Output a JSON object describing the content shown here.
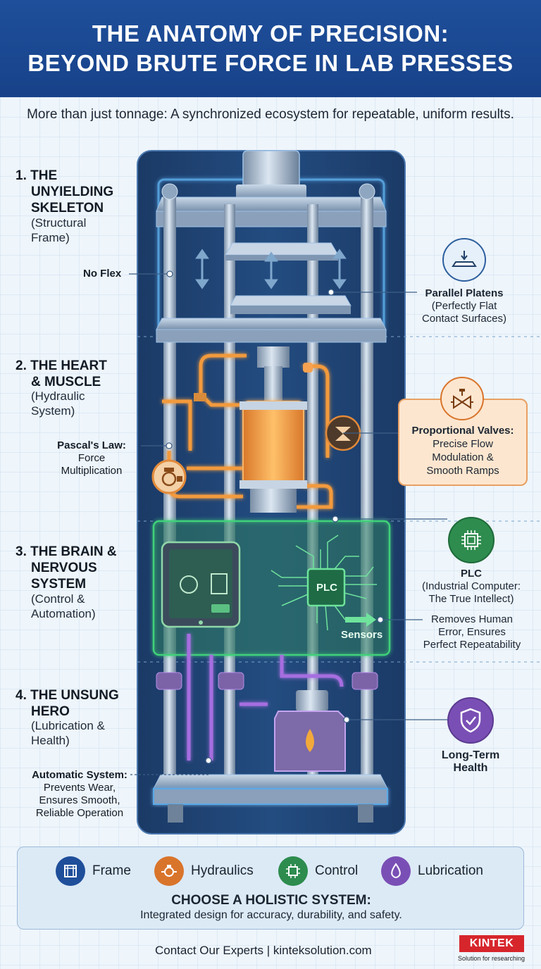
{
  "header": {
    "title_line1": "THE ANATOMY OF PRECISION:",
    "title_line2": "BEYOND BRUTE FORCE IN LAB PRESSES"
  },
  "subtitle": "More than just tonnage: A synchronized ecosystem for repeatable, uniform results.",
  "sections": [
    {
      "title_lines": [
        "1. THE",
        "UNYIELDING",
        "SKELETON"
      ],
      "sub_lines": [
        "(Structural",
        "Frame)"
      ]
    },
    {
      "title_lines": [
        "2. THE HEART",
        "& MUSCLE"
      ],
      "sub_lines": [
        "(Hydraulic",
        "System)"
      ]
    },
    {
      "title_lines": [
        "3. THE BRAIN &",
        "NERVOUS",
        "SYSTEM"
      ],
      "sub_lines": [
        "(Control &",
        "Automation)"
      ]
    },
    {
      "title_lines": [
        "4. THE UNSUNG",
        "HERO"
      ],
      "sub_lines": [
        "(Lubrication &",
        "Health)"
      ]
    }
  ],
  "left_labels": {
    "no_flex": "No Flex",
    "pascal_bold": "Pascal's Law:",
    "pascal_rest1": "Force",
    "pascal_rest2": "Multiplication",
    "auto_bold": "Automatic System:",
    "auto_rest1": "Prevents Wear,",
    "auto_rest2": "Ensures Smooth,",
    "auto_rest3": "Reliable Operation"
  },
  "right_labels": {
    "platens_title": "Parallel Platens",
    "platens_sub1": "(Perfectly Flat",
    "platens_sub2": "Contact Surfaces)",
    "valves_title": "Proportional Valves:",
    "valves_b1": "Precise Flow",
    "valves_b2": "Modulation &",
    "valves_b3": "Smooth Ramps",
    "plc_title": "PLC",
    "plc_sub1": "(Industrial Computer:",
    "plc_sub2": "The True Intellect)",
    "removes1": "Removes Human",
    "removes2": "Error, Ensures",
    "removes3": "Perfect Repeatability",
    "health1": "Long-Term",
    "health2": "Health"
  },
  "machine_text": {
    "plc_chip": "PLC",
    "sensors": "Sensors"
  },
  "legend": [
    {
      "label": "Frame",
      "color": "#1f4f9a",
      "icon": "frame-icon"
    },
    {
      "label": "Hydraulics",
      "color": "#d9742b",
      "icon": "pump-icon"
    },
    {
      "label": "Control",
      "color": "#2d8c4e",
      "icon": "chip-icon"
    },
    {
      "label": "Lubrication",
      "color": "#7a4fb5",
      "icon": "drop-icon"
    }
  ],
  "footer": {
    "choose": "CHOOSE A HOLISTIC SYSTEM:",
    "integrated": "Integrated design for accuracy, durability, and safety.",
    "contact": "Contact Our Experts |  kinteksolution.com",
    "brand": "KINTEK",
    "brand_sub": "Solution for researching"
  },
  "colors": {
    "frame": "#5aa9e6",
    "hydraulic": "#f29a3c",
    "control": "#3fd17a",
    "lubrication": "#a66ee0",
    "header": "#1f4f9a"
  }
}
